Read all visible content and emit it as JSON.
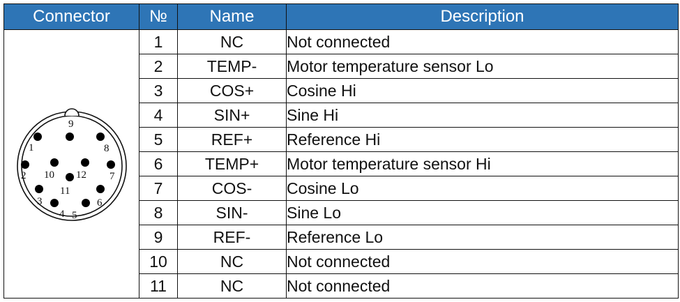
{
  "header": {
    "connector": "Connector",
    "number": "№",
    "name": "Name",
    "description": "Description",
    "background": "#2e75b6"
  },
  "connector_labels": [
    "1",
    "2",
    "3",
    "4",
    "5",
    "6",
    "7",
    "8",
    "9",
    "10",
    "11",
    "12"
  ],
  "rows": [
    {
      "num": "1",
      "name": "NC",
      "desc": "Not connected"
    },
    {
      "num": "2",
      "name": "TEMP-",
      "desc": "Motor temperature sensor Lo"
    },
    {
      "num": "3",
      "name": "COS+",
      "desc": "Cosine Hi"
    },
    {
      "num": "4",
      "name": "SIN+",
      "desc": "Sine Hi"
    },
    {
      "num": "5",
      "name": "REF+",
      "desc": "Reference Hi"
    },
    {
      "num": "6",
      "name": "TEMP+",
      "desc": "Motor temperature sensor Hi"
    },
    {
      "num": "7",
      "name": "COS-",
      "desc": "Cosine Lo"
    },
    {
      "num": "8",
      "name": "SIN-",
      "desc": "Sine Lo"
    },
    {
      "num": "9",
      "name": "REF-",
      "desc": "Reference Lo"
    },
    {
      "num": "10",
      "name": "NC",
      "desc": "Not connected"
    },
    {
      "num": "11",
      "name": "NC",
      "desc": "Not connected"
    }
  ]
}
